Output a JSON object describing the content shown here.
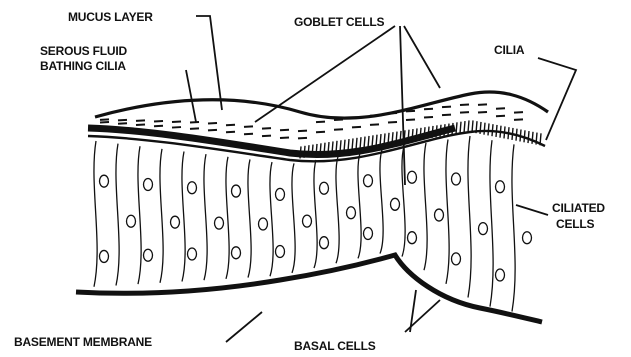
{
  "labels": {
    "mucus_layer": "MUCUS LAYER",
    "goblet_cells": "GOBLET CELLS",
    "cilia": "CILIA",
    "serous_fluid_line1": "SEROUS FLUID",
    "serous_fluid_line2": "BATHING CILIA",
    "ciliated_cells_line1": "CILIATED",
    "ciliated_cells_line2": "CELLS",
    "basement_membrane": "BASEMENT MEMBRANE",
    "basal_cells": "BASAL CELLS"
  },
  "colors": {
    "ink": "#111111",
    "background": "#ffffff"
  }
}
